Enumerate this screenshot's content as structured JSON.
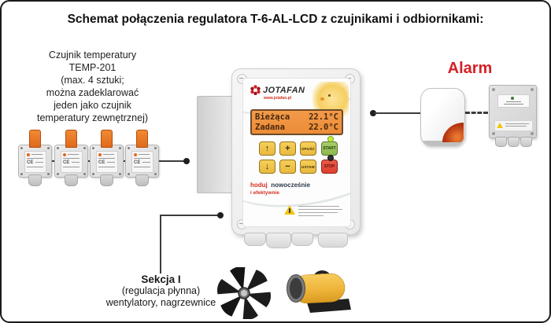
{
  "title": "Schemat połączenia regulatora T-6-AL-LCD z czujnikami i odbiornikami:",
  "sensor_note": {
    "lines": [
      "Czujnik temperatury",
      "TEMP-201",
      "(max. 4 sztuki;",
      "można zadeklarować",
      "jeden jako czujnik",
      "temperatury zewnętrznej)"
    ]
  },
  "sensors": {
    "count": 4,
    "ce_mark": "CE"
  },
  "controller": {
    "brand": "JOTAFAN",
    "website": "www.jotafan.pl",
    "lcd": {
      "rows": [
        {
          "label": "Bieżąca",
          "value": "22.1°C"
        },
        {
          "label": "Zadana",
          "value": "22.0°C"
        }
      ]
    },
    "buttons": {
      "up": "↑",
      "plus": "+",
      "opusc": "OPUŚĆ",
      "start": "START",
      "down": "↓",
      "minus": "−",
      "ustaw": "USTAW",
      "stop": "STOP"
    },
    "slogan_word1": "hoduj",
    "slogan_word2": "nowocześnie",
    "slogan_line2": "i efektywnie"
  },
  "alarm": {
    "label": "Alarm"
  },
  "section": {
    "name": "Sekcja I",
    "mode": "(regulacja płynna)",
    "devices": "wentylatory, nagrzewnice"
  },
  "colors": {
    "accent_red": "#d42027",
    "lcd_orange": "#ef9143",
    "button_yellow": "#f2c94c",
    "start_green": "#8fbe55",
    "stop_red": "#e0462f",
    "heater_yellow": "#f0b43c",
    "sensor_cap_orange": "#ed7827"
  }
}
